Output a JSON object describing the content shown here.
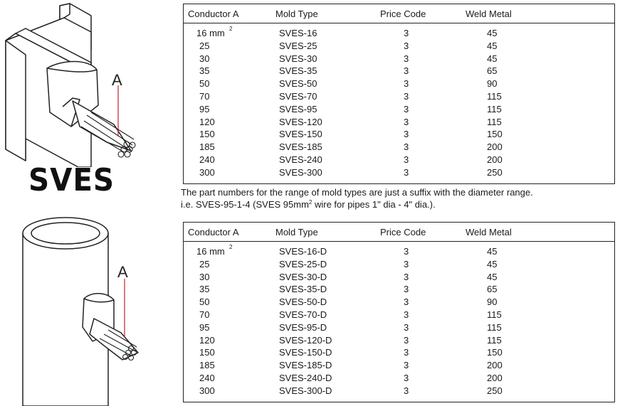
{
  "label_a": "A",
  "product_title": "SVES",
  "table_headers": [
    "Conductor A",
    "Mold Type",
    "Price Code",
    "Weld Metal"
  ],
  "unit_superscript": "2",
  "table1_rows": [
    {
      "conductor": "16 mm",
      "mold": "SVES-16",
      "price": "3",
      "weld": "45"
    },
    {
      "conductor": "25",
      "mold": "SVES-25",
      "price": "3",
      "weld": "45"
    },
    {
      "conductor": "30",
      "mold": "SVES-30",
      "price": "3",
      "weld": "45"
    },
    {
      "conductor": "35",
      "mold": "SVES-35",
      "price": "3",
      "weld": "65"
    },
    {
      "conductor": "50",
      "mold": "SVES-50",
      "price": "3",
      "weld": "90"
    },
    {
      "conductor": "70",
      "mold": "SVES-70",
      "price": "3",
      "weld": "115"
    },
    {
      "conductor": "95",
      "mold": "SVES-95",
      "price": "3",
      "weld": "115"
    },
    {
      "conductor": "120",
      "mold": "SVES-120",
      "price": "3",
      "weld": "115"
    },
    {
      "conductor": "150",
      "mold": "SVES-150",
      "price": "3",
      "weld": "150"
    },
    {
      "conductor": "185",
      "mold": "SVES-185",
      "price": "3",
      "weld": "200"
    },
    {
      "conductor": "240",
      "mold": "SVES-240",
      "price": "3",
      "weld": "200"
    },
    {
      "conductor": "300",
      "mold": "SVES-300",
      "price": "3",
      "weld": "250"
    }
  ],
  "table2_rows": [
    {
      "conductor": "16 mm",
      "mold": "SVES-16-D",
      "price": "3",
      "weld": "45"
    },
    {
      "conductor": "25",
      "mold": "SVES-25-D",
      "price": "3",
      "weld": "45"
    },
    {
      "conductor": "30",
      "mold": "SVES-30-D",
      "price": "3",
      "weld": "45"
    },
    {
      "conductor": "35",
      "mold": "SVES-35-D",
      "price": "3",
      "weld": "65"
    },
    {
      "conductor": "50",
      "mold": "SVES-50-D",
      "price": "3",
      "weld": "90"
    },
    {
      "conductor": "70",
      "mold": "SVES-70-D",
      "price": "3",
      "weld": "115"
    },
    {
      "conductor": "95",
      "mold": "SVES-95-D",
      "price": "3",
      "weld": "115"
    },
    {
      "conductor": "120",
      "mold": "SVES-120-D",
      "price": "3",
      "weld": "115"
    },
    {
      "conductor": "150",
      "mold": "SVES-150-D",
      "price": "3",
      "weld": "150"
    },
    {
      "conductor": "185",
      "mold": "SVES-185-D",
      "price": "3",
      "weld": "200"
    },
    {
      "conductor": "240",
      "mold": "SVES-240-D",
      "price": "3",
      "weld": "200"
    },
    {
      "conductor": "300",
      "mold": "SVES-300-D",
      "price": "3",
      "weld": "250"
    }
  ],
  "note_line1": "The part numbers for the range of mold types are just a suffix with the diameter range.",
  "note_line2_pre": "i.e. SVES-95-1-4 (SVES 95mm",
  "note_line2_sup": "2",
  "note_line2_post": " wire for pipes 1\" dia - 4\" dia.)."
}
